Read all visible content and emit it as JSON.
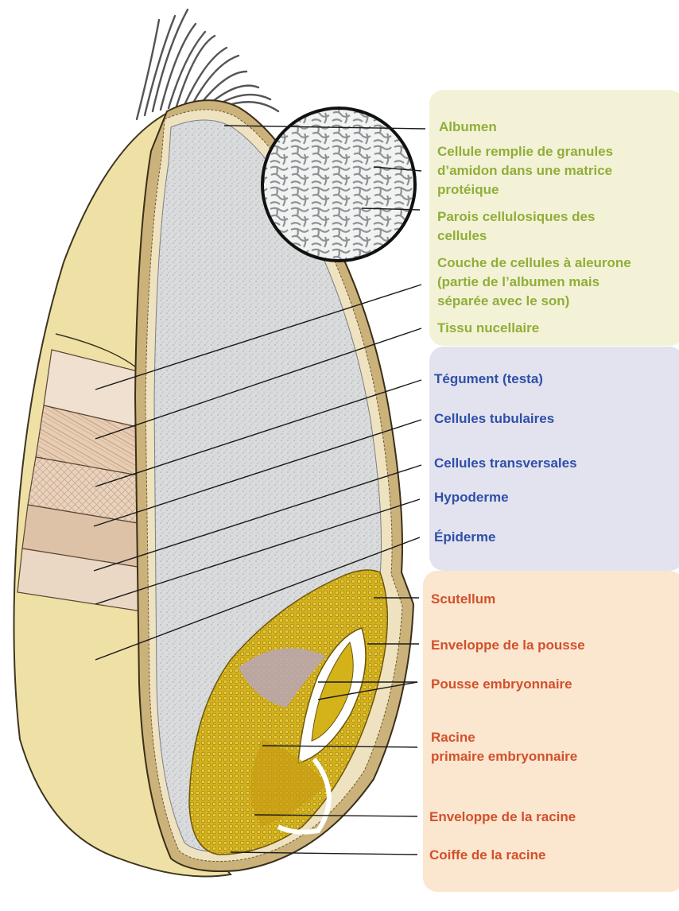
{
  "colors": {
    "green_text": "#8fae3a",
    "blue_text": "#2f4fa8",
    "red_text": "#d2502c",
    "green_panel": "#f4f2d6",
    "blue_panel": "#e3e3ef",
    "orange_panel": "#fbe6cf",
    "albumen": "#d9dbdc",
    "germ": "#d4b21a",
    "husk": "#efe0a6"
  },
  "labels": {
    "albumen": "Albumen",
    "cellule_1": "Cellule remplie de granules",
    "cellule_2": "d’amidon dans une matrice",
    "cellule_3": "protéique",
    "parois_1": "Parois cellulosiques des",
    "parois_2": "cellules",
    "couche_1": "Couche de cellules à aleurone",
    "couche_2": "(partie de l’albumen mais",
    "couche_3": "séparée avec le son)",
    "tissu": "Tissu nucellaire",
    "tegument": "Tégument (testa)",
    "tubulaires": "Cellules tubulaires",
    "transversales": "Cellules transversales",
    "hypoderme": "Hypoderme",
    "epiderme": "Épiderme",
    "scutellum": "Scutellum",
    "enveloppe_pousse": "Enveloppe de la pousse",
    "pousse": "Pousse embryonnaire",
    "racine_1": "Racine",
    "racine_2": "primaire embryonnaire",
    "enveloppe_racine": "Enveloppe de la racine",
    "coiffe": "Coiffe de la racine"
  }
}
